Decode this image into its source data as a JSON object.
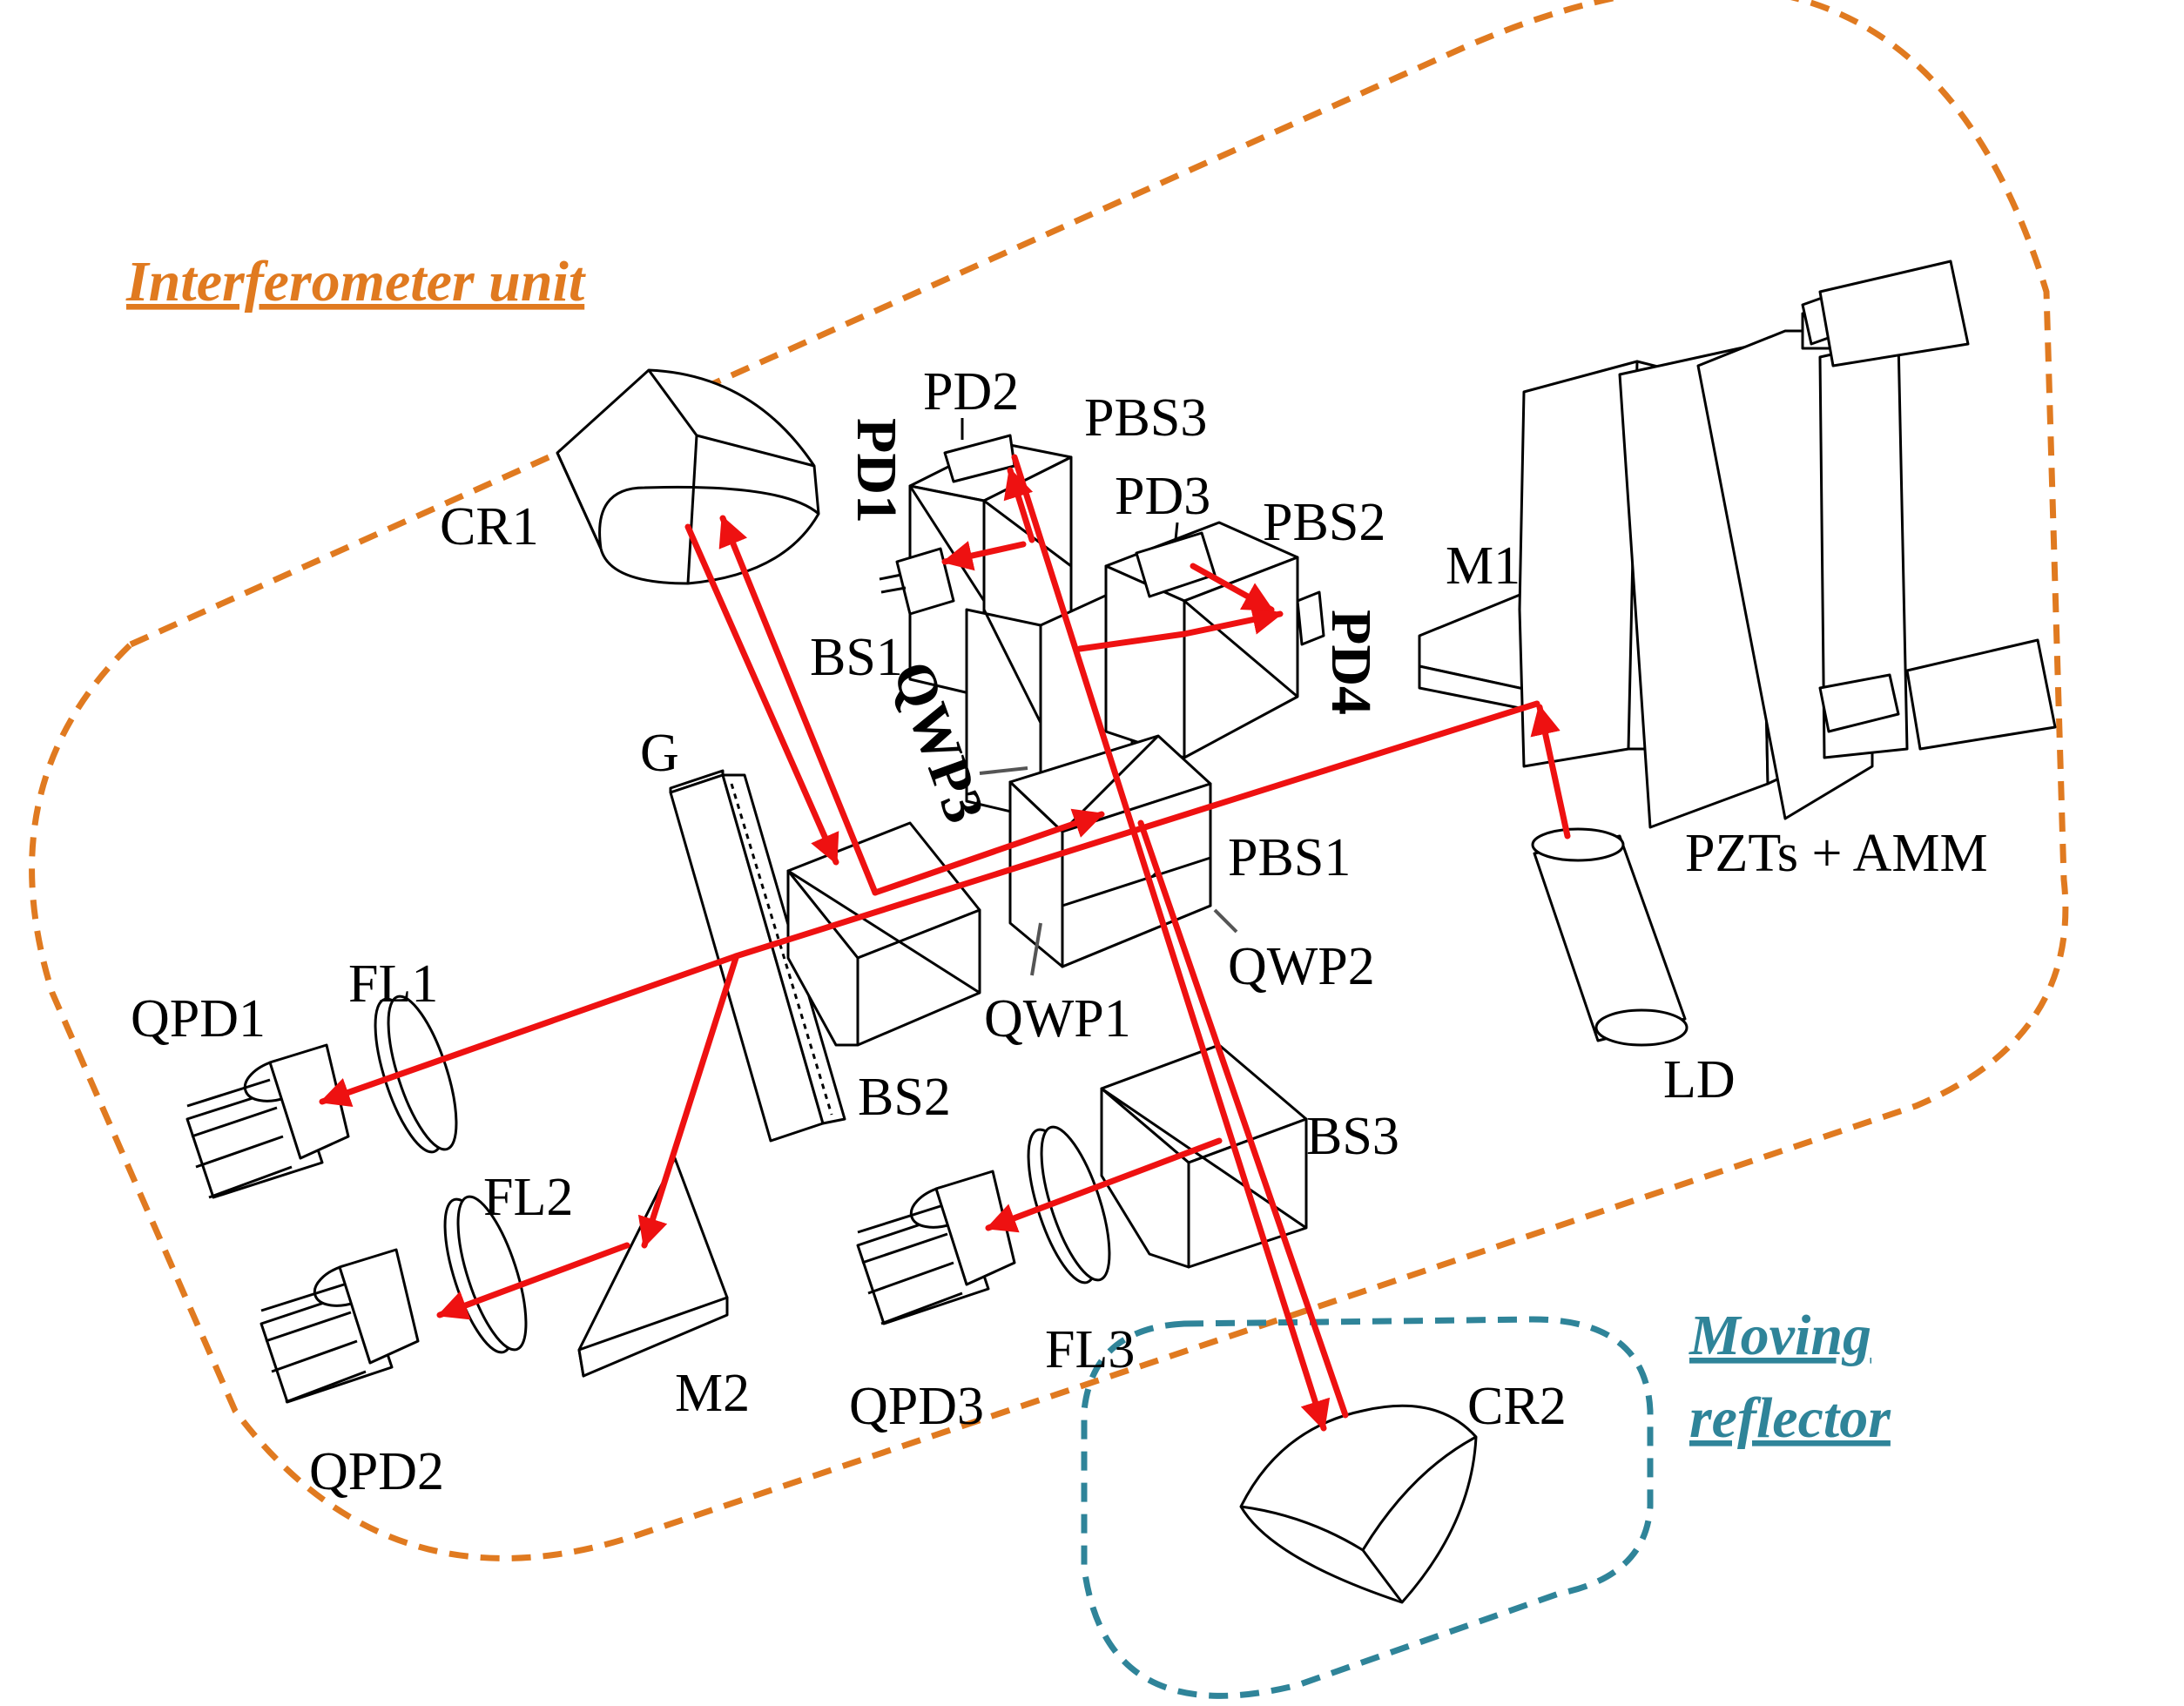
{
  "regions": {
    "interferometer": {
      "label": "Interferometer unit",
      "color": "#e07a20"
    },
    "moving_reflector": {
      "label_line1": "Moving",
      "label_line2": "reflector",
      "color": "#2f8499"
    }
  },
  "beam_color": "#ee1111",
  "labels": {
    "cr1": "CR1",
    "pd1": "PD1",
    "pd2": "PD2",
    "pbs3": "PBS3",
    "pd3": "PD3",
    "pbs2": "PBS2",
    "pd4": "PD4",
    "m1": "M1",
    "bs1": "BS1",
    "qwp3": "QWP3",
    "g": "G",
    "pbs1": "PBS1",
    "pzts_amm": "PZTs + AMM",
    "qwp2": "QWP2",
    "qwp1": "QWP1",
    "qpd1": "QPD1",
    "fl1": "FL1",
    "bs2": "BS2",
    "ld": "LD",
    "bs3": "BS3",
    "fl2": "FL2",
    "qpd2": "QPD2",
    "m2": "M2",
    "qpd3": "QPD3",
    "fl3": "FL3",
    "cr2": "CR2"
  }
}
